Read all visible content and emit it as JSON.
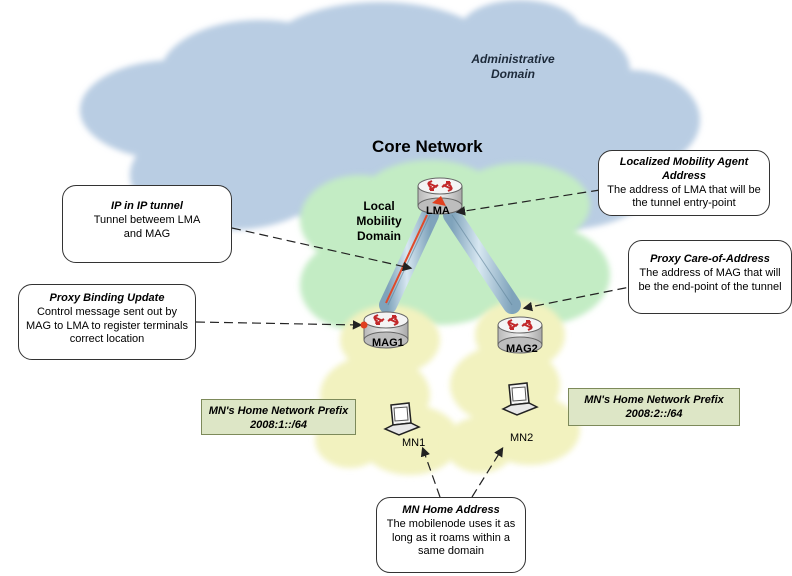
{
  "clouds": {
    "administrative": "Administrative Domain",
    "core": "Core Network",
    "local": "Local Mobility Domain"
  },
  "nodes": {
    "lma": "LMA",
    "mag1": "MAG1",
    "mag2": "MAG2",
    "mn1": "MN1",
    "mn2": "MN2"
  },
  "callouts": {
    "ip_tunnel": {
      "title": "IP in IP tunnel",
      "desc": "Tunnel betweem LMA and MAG"
    },
    "pbu": {
      "title": "Proxy Binding Update",
      "desc": "Control message sent out by MAG to LMA to register terminals correct location"
    },
    "lma_addr": {
      "title": "Localized Mobility Agent Address",
      "desc": "The address of LMA that will be the tunnel entry-point"
    },
    "coa": {
      "title": "Proxy Care-of-Address",
      "desc": "The address of MAG that will be the end-point of the tunnel"
    },
    "mn_home": {
      "title": "MN Home Address",
      "desc": "The mobilenode uses it as long as it roams within a same domain"
    }
  },
  "prefixes": {
    "mn1": {
      "title": "MN's Home Network Prefix",
      "value": "2008:1::/64"
    },
    "mn2": {
      "title": "MN's Home Network Prefix",
      "value": "2008:2::/64"
    }
  },
  "colors": {
    "admin_cloud": "#b9cde3",
    "local_cloud": "#c3ecc4",
    "access_cloud": "#f2f2bf",
    "tunnel": "#a9c6d8",
    "tunnel_line": "#e04a2a",
    "router": "#dcdcdc",
    "router_arrow": "#c2282a",
    "prefix_box": "#dde6c6"
  }
}
